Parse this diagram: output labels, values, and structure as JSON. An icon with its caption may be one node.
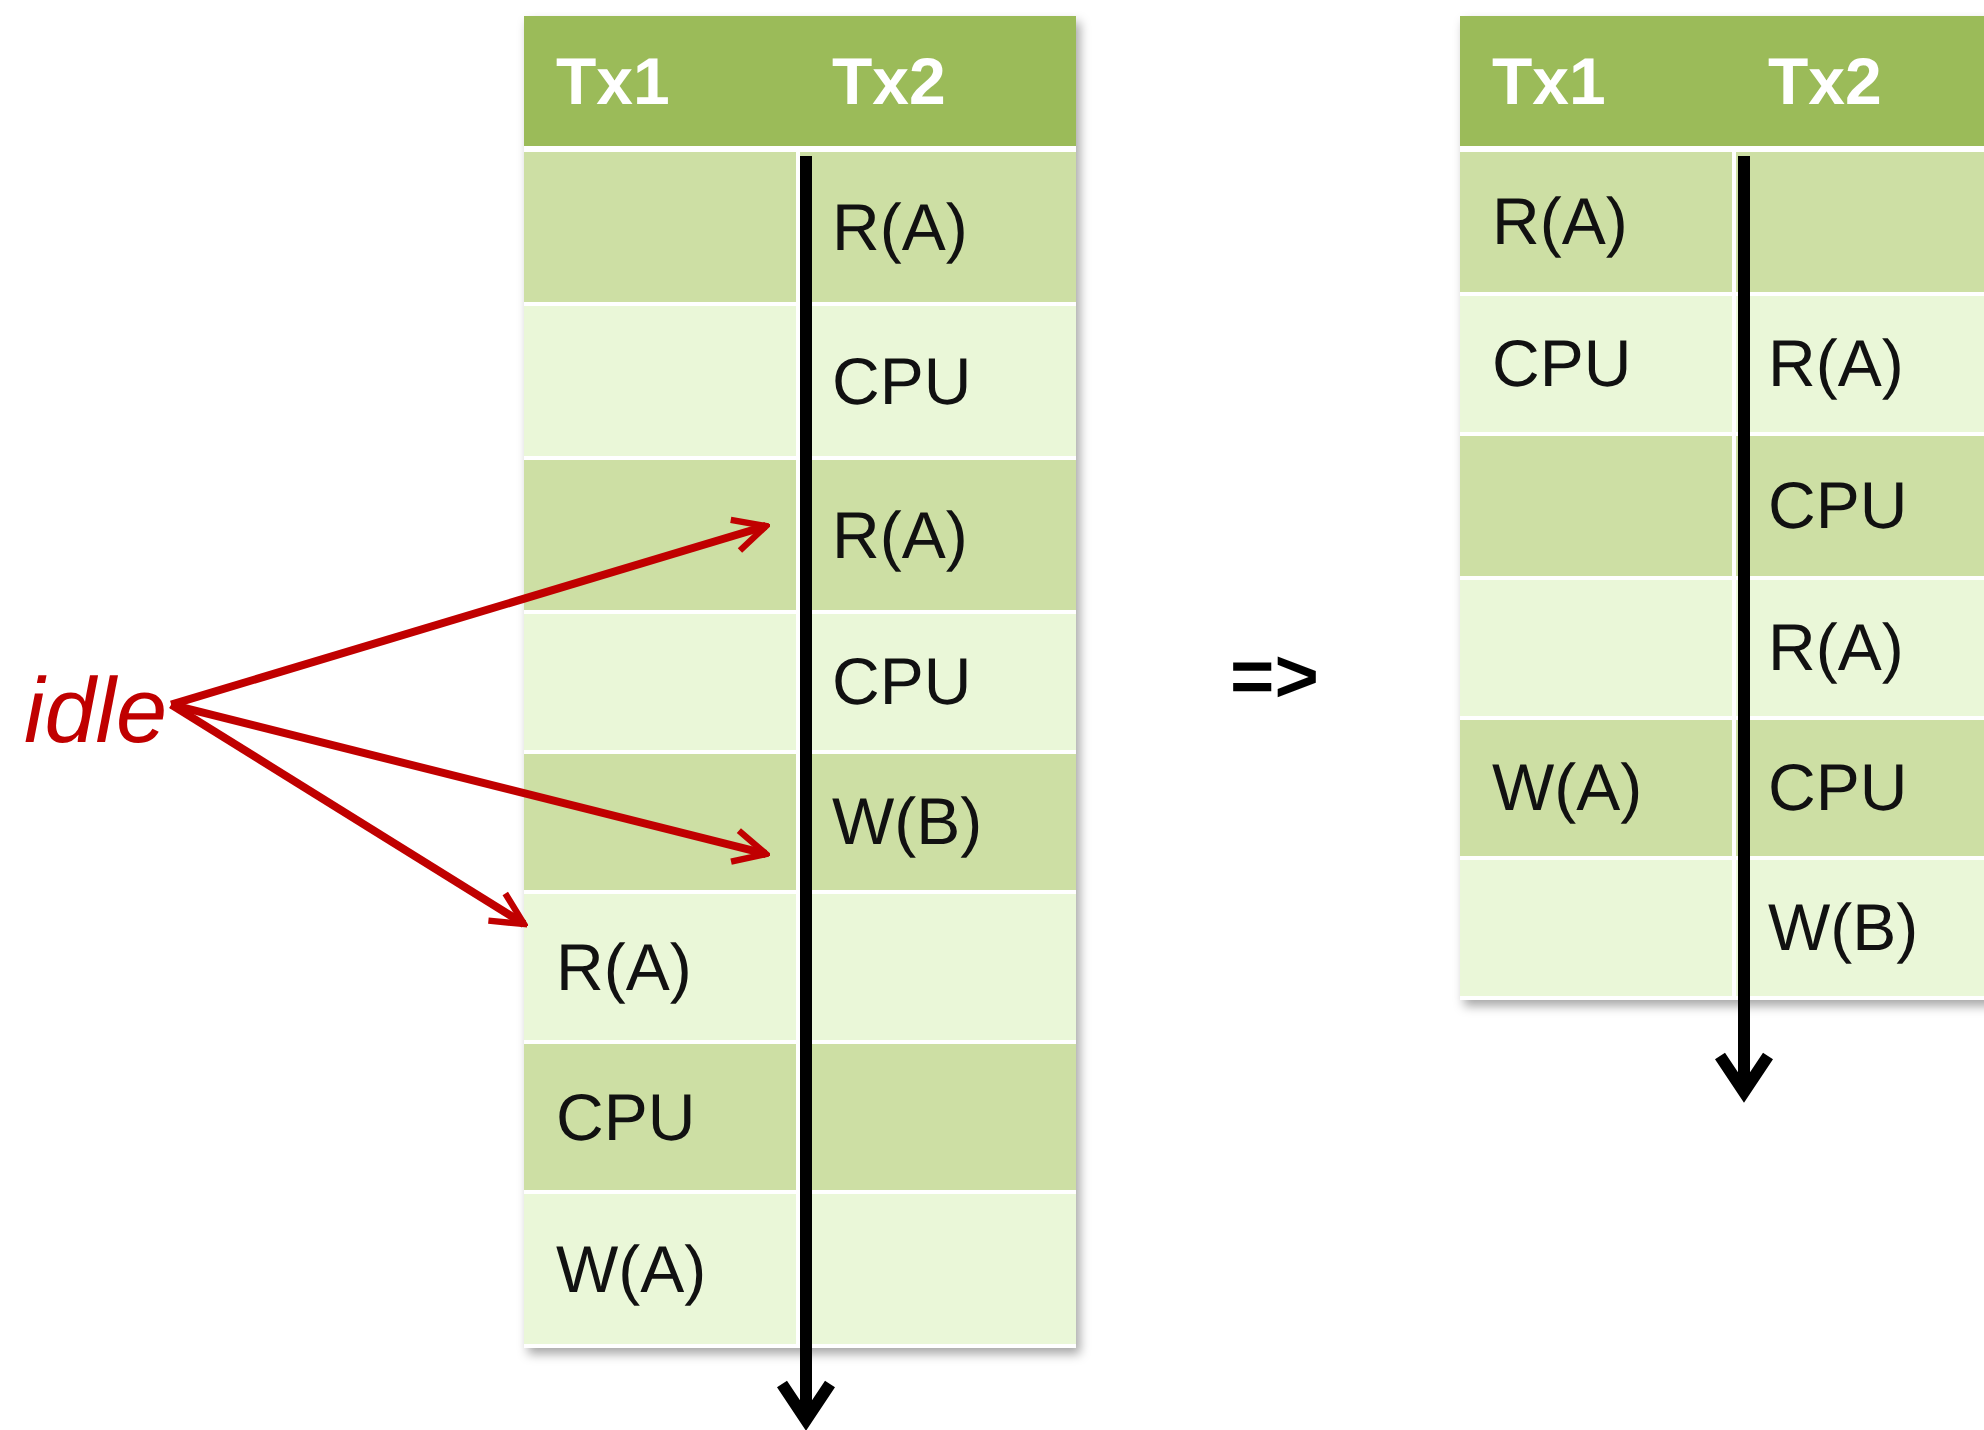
{
  "diagram": {
    "nodes": [
      {
        "text": [
          "idle"
        ]
      },
      {
        "text": [],
        "shape": "box"
      },
      {
        "text": [
          "Tx1"
        ],
        "in": 1
      },
      {
        "text": [
          "Tx2"
        ],
        "in": 1
      },
      {
        "text": [],
        "shape": "box",
        "in": 1
      },
      {
        "text": [
          "R(A)"
        ],
        "in": 1
      },
      {
        "text": [],
        "shape": "box",
        "in": 1
      },
      {
        "text": [
          "CPU"
        ],
        "in": 1
      },
      {
        "text": [],
        "shape": "box",
        "in": 1
      },
      {
        "text": [
          "R(A)"
        ],
        "in": 1
      },
      {
        "text": [],
        "shape": "box",
        "in": 1
      },
      {
        "text": [
          "CPU"
        ],
        "in": 1
      },
      {
        "text": [],
        "shape": "box",
        "in": 1
      },
      {
        "text": [
          "W(B)"
        ],
        "in": 1
      },
      {
        "text": [
          "R(A)"
        ],
        "in": 1
      },
      {
        "text": [],
        "shape": "box",
        "in": 1
      },
      {
        "text": [
          "CPU"
        ],
        "in": 1
      },
      {
        "text": [],
        "shape": "box",
        "in": 1
      },
      {
        "text": [
          "W(A)"
        ],
        "in": 1
      },
      {
        "text": [],
        "shape": "box",
        "in": 1
      },
      {
        "text": [],
        "shape": "box"
      },
      {
        "text": [
          "Tx1"
        ],
        "in": 20
      },
      {
        "text": [
          "Tx2"
        ],
        "in": 20
      },
      {
        "text": [
          "R(A)"
        ],
        "in": 20
      },
      {
        "text": [],
        "shape": "box",
        "in": 20
      },
      {
        "text": [
          "CPU"
        ],
        "in": 20
      },
      {
        "text": [
          "R(A)"
        ],
        "in": 20
      },
      {
        "text": [],
        "shape": "box",
        "in": 20
      },
      {
        "text": [
          "CPU"
        ],
        "in": 20
      },
      {
        "text": [],
        "shape": "box",
        "in": 20
      },
      {
        "text": [
          "R(A)"
        ],
        "in": 20
      },
      {
        "text": [
          "W(A)"
        ],
        "in": 20
      },
      {
        "text": [
          "CPU"
        ],
        "in": 20
      },
      {
        "text": [],
        "shape": "box",
        "in": 20
      },
      {
        "text": [
          "W(B)"
        ],
        "in": 20
      }
    ],
    "edges": [
      {
        "from": 0,
        "to": 8,
        "arrow": "to",
        "color": "#c00000"
      },
      {
        "from": 0,
        "to": 12,
        "arrow": "to",
        "color": "#c00000"
      },
      {
        "from": 0,
        "to": 14,
        "arrow": "to",
        "color": "#c00000"
      }
    ],
    "labels": [
      "=>"
    ]
  }
}
